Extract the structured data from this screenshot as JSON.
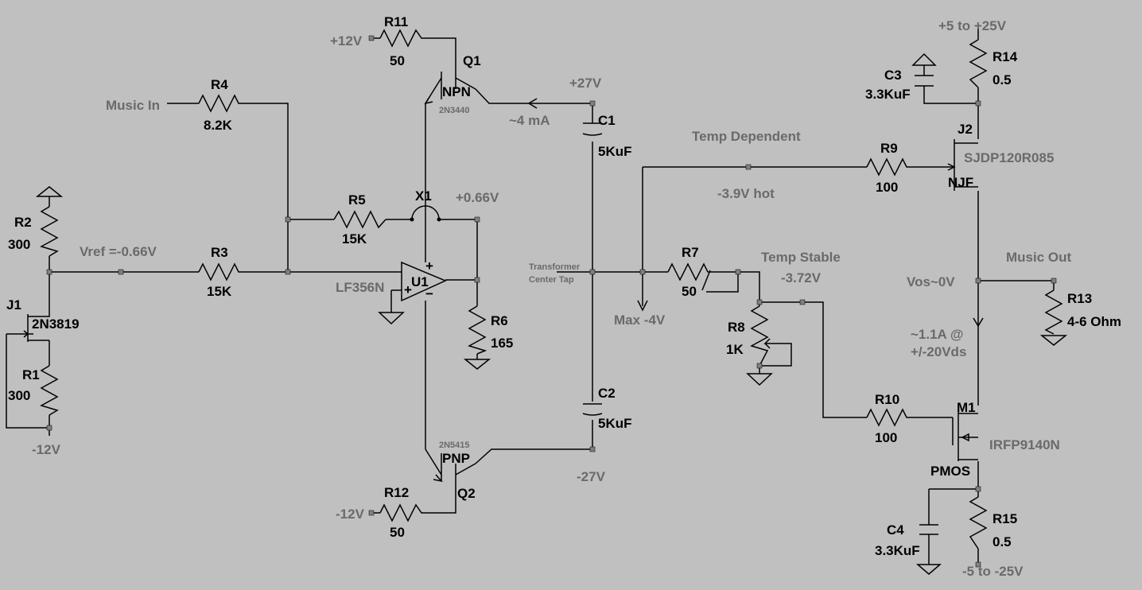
{
  "colors": {
    "background": "#c0c0c0",
    "wire": "#000000",
    "label": "#000000",
    "annotation": "#6a6a6a"
  },
  "components": {
    "R1": {
      "ref": "R1",
      "value": "300"
    },
    "R2": {
      "ref": "R2",
      "value": "300"
    },
    "R3": {
      "ref": "R3",
      "value": "15K"
    },
    "R4": {
      "ref": "R4",
      "value": "8.2K"
    },
    "R5": {
      "ref": "R5",
      "value": "15K"
    },
    "R6": {
      "ref": "R6",
      "value": "165"
    },
    "R7": {
      "ref": "R7",
      "value": "50"
    },
    "R8": {
      "ref": "R8",
      "value": "1K"
    },
    "R9": {
      "ref": "R9",
      "value": "100"
    },
    "R10": {
      "ref": "R10",
      "value": "100"
    },
    "R11": {
      "ref": "R11",
      "value": "50"
    },
    "R12": {
      "ref": "R12",
      "value": "50"
    },
    "R13": {
      "ref": "R13",
      "value": "4-6 Ohm"
    },
    "R14": {
      "ref": "R14",
      "value": "0.5"
    },
    "R15": {
      "ref": "R15",
      "value": "0.5"
    },
    "C1": {
      "ref": "C1",
      "value": "5KuF"
    },
    "C2": {
      "ref": "C2",
      "value": "5KuF"
    },
    "C3": {
      "ref": "C3",
      "value": "3.3KuF"
    },
    "C4": {
      "ref": "C4",
      "value": "3.3KuF"
    },
    "Q1": {
      "ref": "Q1",
      "type": "NPN",
      "part": "2N3440"
    },
    "Q2": {
      "ref": "Q2",
      "type": "PNP",
      "part": "2N5415"
    },
    "J1": {
      "ref": "J1",
      "part": "2N3819"
    },
    "J2": {
      "ref": "J2",
      "type": "NJF",
      "part": "SJDP120R085"
    },
    "M1": {
      "ref": "M1",
      "type": "PMOS",
      "part": "IRFP9140N"
    },
    "U1": {
      "ref": "U1",
      "part": "LF356N"
    },
    "X1": {
      "ref": "X1"
    }
  },
  "annotations": {
    "music_in": "Music In",
    "music_out": "Music Out",
    "vref": "Vref =-0.66V",
    "neg12_a": "-12V",
    "neg12_b": "-12V",
    "pos12": "+12V",
    "pos27": "+27V",
    "neg27": "-27V",
    "current_4ma": "~4 mA",
    "pos066": "+0.66V",
    "temp_dep": "Temp Dependent",
    "hot": "-3.9V hot",
    "temp_stable": "Temp Stable",
    "v372": "-3.72V",
    "max4v": "Max -4V",
    "vos": "Vos~0V",
    "current_11a_1": "~1.1A @",
    "current_11a_2": "+/-20Vds",
    "supply_pos": "+5 to +25V",
    "supply_neg": "-5 to -25V",
    "transformer_1": "Transformer",
    "transformer_2": "Center Tap"
  }
}
